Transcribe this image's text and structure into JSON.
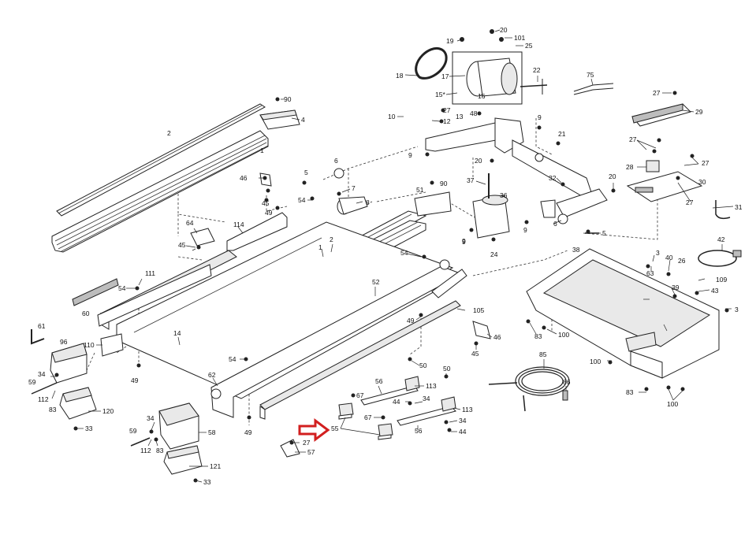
{
  "callouts": [
    {
      "id": "c1",
      "text": "20"
    },
    {
      "id": "c2",
      "text": "19"
    },
    {
      "id": "c3",
      "text": "101"
    },
    {
      "id": "c4",
      "text": "25"
    },
    {
      "id": "c5",
      "text": "18"
    },
    {
      "id": "c6",
      "text": "17"
    },
    {
      "id": "c7",
      "text": "22"
    },
    {
      "id": "c8",
      "text": "75"
    },
    {
      "id": "c9",
      "text": "15*"
    },
    {
      "id": "c10",
      "text": "16"
    },
    {
      "id": "c11",
      "text": "27"
    },
    {
      "id": "c12",
      "text": "29"
    },
    {
      "id": "c13",
      "text": "90"
    },
    {
      "id": "c14",
      "text": "4"
    },
    {
      "id": "c15",
      "text": "2"
    },
    {
      "id": "c16",
      "text": "1"
    },
    {
      "id": "c17",
      "text": "27"
    },
    {
      "id": "c18",
      "text": "10"
    },
    {
      "id": "c19",
      "text": "12"
    },
    {
      "id": "c20",
      "text": "13"
    },
    {
      "id": "c21",
      "text": "48"
    },
    {
      "id": "c22",
      "text": "9"
    },
    {
      "id": "c23",
      "text": "21"
    },
    {
      "id": "c24",
      "text": "27"
    },
    {
      "id": "c25",
      "text": "9"
    },
    {
      "id": "c26",
      "text": "20"
    },
    {
      "id": "c27",
      "text": "28"
    },
    {
      "id": "c28",
      "text": "27"
    },
    {
      "id": "c29",
      "text": "6"
    },
    {
      "id": "c30",
      "text": "46"
    },
    {
      "id": "c31",
      "text": "5"
    },
    {
      "id": "c32",
      "text": "37"
    },
    {
      "id": "c33",
      "text": "32"
    },
    {
      "id": "c34",
      "text": "20"
    },
    {
      "id": "c35",
      "text": "30"
    },
    {
      "id": "c36",
      "text": "7"
    },
    {
      "id": "c37",
      "text": "51"
    },
    {
      "id": "c38",
      "text": "90"
    },
    {
      "id": "c39",
      "text": "45"
    },
    {
      "id": "c40",
      "text": "54"
    },
    {
      "id": "c41",
      "text": "8"
    },
    {
      "id": "c42",
      "text": "36"
    },
    {
      "id": "c43",
      "text": "27"
    },
    {
      "id": "c44",
      "text": "49"
    },
    {
      "id": "c45",
      "text": "31"
    },
    {
      "id": "c46",
      "text": "64"
    },
    {
      "id": "c47",
      "text": "114"
    },
    {
      "id": "c48",
      "text": "9"
    },
    {
      "id": "c49",
      "text": "6"
    },
    {
      "id": "c50",
      "text": "5"
    },
    {
      "id": "c51",
      "text": "45"
    },
    {
      "id": "c52",
      "text": "2"
    },
    {
      "id": "c53",
      "text": "9"
    },
    {
      "id": "c54",
      "text": "42"
    },
    {
      "id": "c55",
      "text": "1"
    },
    {
      "id": "c56",
      "text": "54"
    },
    {
      "id": "c57",
      "text": "24"
    },
    {
      "id": "c58",
      "text": "38"
    },
    {
      "id": "c59",
      "text": "3"
    },
    {
      "id": "c60",
      "text": "40"
    },
    {
      "id": "c61",
      "text": "26"
    },
    {
      "id": "c62",
      "text": "111"
    },
    {
      "id": "c63",
      "text": "63"
    },
    {
      "id": "c64",
      "text": "109"
    },
    {
      "id": "c65",
      "text": "52"
    },
    {
      "id": "c66",
      "text": "54"
    },
    {
      "id": "c67",
      "text": "39"
    },
    {
      "id": "c68",
      "text": "43"
    },
    {
      "id": "c69",
      "text": "60"
    },
    {
      "id": "c70",
      "text": "105"
    },
    {
      "id": "c71",
      "text": "3"
    },
    {
      "id": "c72",
      "text": "61"
    },
    {
      "id": "c73",
      "text": "49"
    },
    {
      "id": "c74",
      "text": "14"
    },
    {
      "id": "c75",
      "text": "46"
    },
    {
      "id": "c76",
      "text": "83"
    },
    {
      "id": "c77",
      "text": "100"
    },
    {
      "id": "c78",
      "text": "96"
    },
    {
      "id": "c79",
      "text": "110"
    },
    {
      "id": "c80",
      "text": "45"
    },
    {
      "id": "c81",
      "text": "85"
    },
    {
      "id": "c82",
      "text": "54"
    },
    {
      "id": "c83",
      "text": "50"
    },
    {
      "id": "c84",
      "text": "100"
    },
    {
      "id": "c85",
      "text": "49"
    },
    {
      "id": "c86",
      "text": "50"
    },
    {
      "id": "c87",
      "text": "34"
    },
    {
      "id": "c88",
      "text": "62"
    },
    {
      "id": "c89",
      "text": "86"
    },
    {
      "id": "c90",
      "text": "59"
    },
    {
      "id": "c91",
      "text": "56"
    },
    {
      "id": "c92",
      "text": "113"
    },
    {
      "id": "c93",
      "text": "83"
    },
    {
      "id": "c94",
      "text": "112"
    },
    {
      "id": "c95",
      "text": "67"
    },
    {
      "id": "c96",
      "text": "44"
    },
    {
      "id": "c97",
      "text": "34"
    },
    {
      "id": "c98",
      "text": "100"
    },
    {
      "id": "c99",
      "text": "83"
    },
    {
      "id": "c100",
      "text": "120"
    },
    {
      "id": "c101",
      "text": "113"
    },
    {
      "id": "c102",
      "text": "33"
    },
    {
      "id": "c103",
      "text": "34"
    },
    {
      "id": "c104",
      "text": "67"
    },
    {
      "id": "c105",
      "text": "34"
    },
    {
      "id": "c106",
      "text": "59"
    },
    {
      "id": "c107",
      "text": "58"
    },
    {
      "id": "c108",
      "text": "49"
    },
    {
      "id": "c109",
      "text": "55"
    },
    {
      "id": "c110",
      "text": "56"
    },
    {
      "id": "c111",
      "text": "44"
    },
    {
      "id": "c112",
      "text": "112"
    },
    {
      "id": "c113",
      "text": "83"
    },
    {
      "id": "c114",
      "text": "27"
    },
    {
      "id": "c115",
      "text": "57"
    },
    {
      "id": "c116",
      "text": "121"
    },
    {
      "id": "c117",
      "text": "33"
    },
    {
      "id": "c118",
      "text": "9"
    }
  ],
  "highlight": {
    "target_part": "55",
    "arrow_color": "#d21f1f"
  }
}
